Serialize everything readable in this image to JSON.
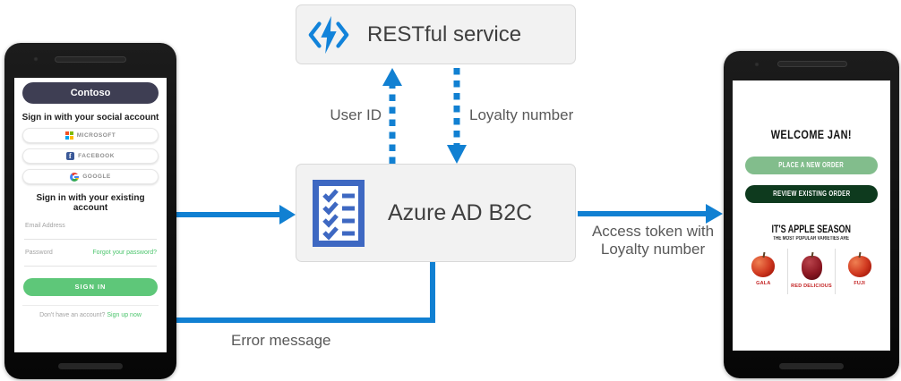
{
  "diagram": {
    "boxes": {
      "restful": {
        "label": "RESTful service",
        "icon": "function-lightning-icon"
      },
      "b2c": {
        "label": "Azure AD B2C",
        "icon": "checklist-icon"
      }
    },
    "labels": {
      "user_id": "User ID",
      "loyalty_number": "Loyalty number",
      "access_token": "Access token with Loyalty number",
      "error_message": "Error message"
    },
    "colors": {
      "arrow_blue": "#1180d2",
      "box_bg": "#f2f2f2",
      "box_border": "#d9d9d9",
      "box_text": "#3f3f3f",
      "label_text": "#595959",
      "b2c_icon_blue": "#3e68c2",
      "function_icon_blue": "#1283da"
    }
  },
  "left_phone": {
    "brand": "Contoso",
    "social_heading": "Sign in with your social account",
    "social_buttons": [
      {
        "label": "MICROSOFT",
        "icon": "microsoft-logo-icon"
      },
      {
        "label": "FACEBOOK",
        "icon": "facebook-logo-icon"
      },
      {
        "label": "GOOGLE",
        "icon": "google-logo-icon"
      }
    ],
    "existing_heading": "Sign in with your existing account",
    "email_placeholder": "Email Address",
    "password_placeholder": "Password",
    "forgot_link": "Forgot your password?",
    "signin_button": "SIGN IN",
    "footer_text": "Don't have an account?",
    "signup_link": "Sign up now",
    "colors": {
      "header_navy": "#3e3e53",
      "green": "#5ec779",
      "link_green": "#4cc56d"
    }
  },
  "right_phone": {
    "welcome": "WELCOME JAN!",
    "primary_button": "PLACE A NEW ORDER",
    "secondary_button": "REVIEW EXISTING ORDER",
    "season_heading": "IT'S APPLE SEASON",
    "season_subheading": "THE MOST POPULAR VARIETIES ARE",
    "apples": [
      {
        "name": "GALA"
      },
      {
        "name": "RED DELICIOUS"
      },
      {
        "name": "FUJI"
      }
    ],
    "colors": {
      "green_light": "#82bd8c",
      "green_dark": "#0e3a1e",
      "apple_label_red": "#c32222"
    }
  }
}
